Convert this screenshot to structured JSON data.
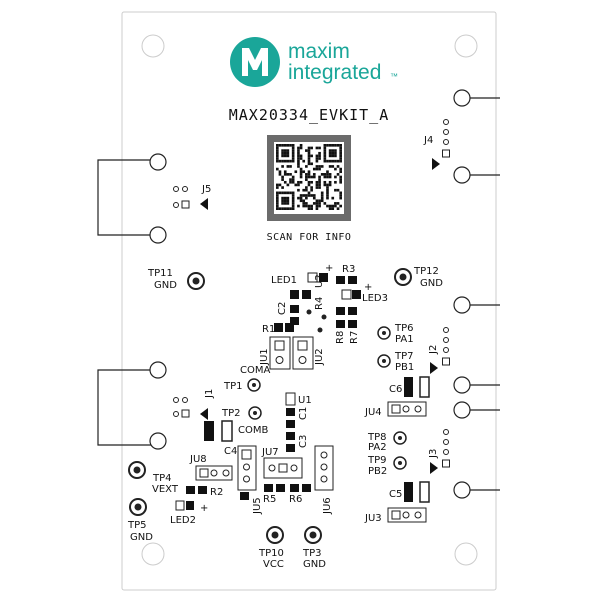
{
  "logo": {
    "line1": "maxim",
    "line2": "integrated",
    "tm": "™"
  },
  "board_title": "MAX20334_EVKIT_A",
  "qr_caption": "SCAN FOR INFO",
  "labels": {
    "J1": "J1",
    "J2": "J2",
    "J3": "J3",
    "J4": "J4",
    "J5": "J5",
    "TP1": "TP1",
    "COMA": "COMA",
    "TP2": "TP2",
    "COMB": "COMB",
    "TP3": "TP3",
    "TP3_net": "GND",
    "TP4": "TP4",
    "VEXT": "VEXT",
    "TP5": "TP5",
    "TP5_net": "GND",
    "TP6": "TP6",
    "PA1": "PA1",
    "TP7": "TP7",
    "PB1": "PB1",
    "TP8": "TP8",
    "PA2": "PA2",
    "TP9": "TP9",
    "PB2": "PB2",
    "TP10": "TP10",
    "VCC": "VCC",
    "TP11": "TP11",
    "TP11_net": "GND",
    "TP12": "TP12",
    "TP12_net": "GND",
    "LED1": "LED1",
    "LED2": "LED2",
    "LED3": "LED3",
    "R1": "R1",
    "R2": "R2",
    "R3": "R3",
    "R4": "R4",
    "R5": "R5",
    "R6": "R6",
    "R7": "R7",
    "R8": "R8",
    "C1": "C1",
    "C2": "C2",
    "C3": "C3",
    "C4": "C4",
    "C5": "C5",
    "C6": "C6",
    "U1": "U1",
    "U2": "U2",
    "JU1": "JU1",
    "JU2": "JU2",
    "JU3": "JU3",
    "JU4": "JU4",
    "JU5": "JU5",
    "JU6": "JU6",
    "JU7": "JU7",
    "JU8": "JU8",
    "plus": "+"
  },
  "colors": {
    "brand_teal": "#1aa699",
    "silkscreen": "#111111",
    "board": "#ffffff",
    "qr_bg": "#6b6b6b"
  }
}
